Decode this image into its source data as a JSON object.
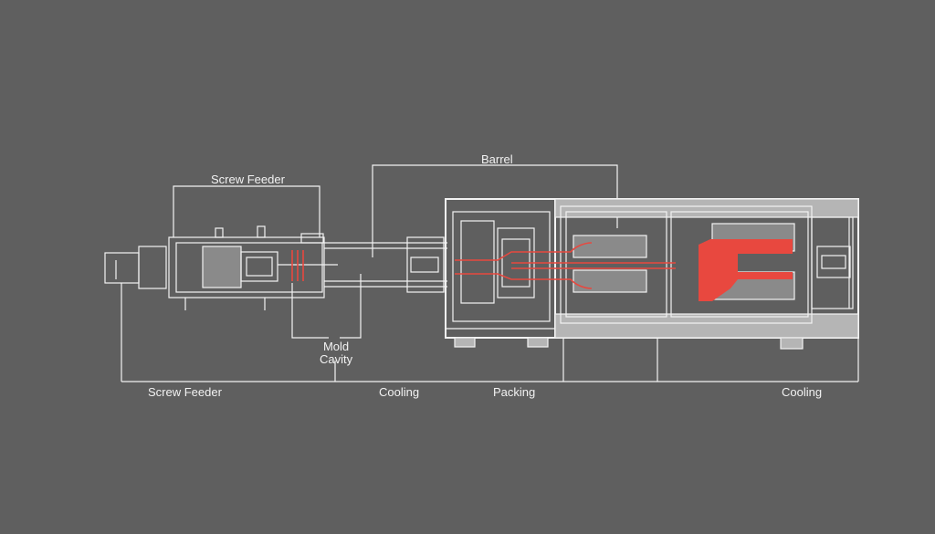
{
  "labels": {
    "barrel": "Barrel",
    "screw_feeder_top": "Screw Feeder",
    "mold_cavity": "Mold\nCavity",
    "screw_feeder_bottom": "Screw Feeder",
    "cooling_left": "Cooling",
    "packing": "Packing",
    "cooling_right": "Cooling"
  },
  "colors": {
    "background": "#5f5f5f",
    "line": "#f2f2f2",
    "melt_accent": "#e8483f"
  }
}
